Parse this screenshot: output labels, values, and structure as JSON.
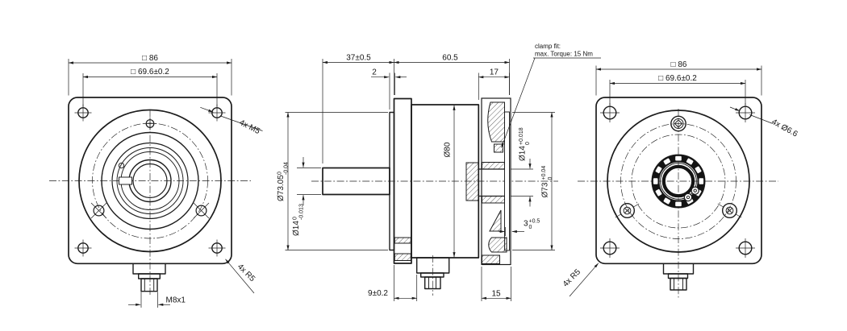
{
  "drawing": {
    "colors": {
      "line": "#1c1c1c",
      "background": "#ffffff"
    },
    "front": {
      "dim_outer": "□ 86",
      "dim_bolt": "□ 69.6±0.2",
      "callout_screws": "4x M5",
      "callout_corner_radius": "4x R5",
      "dim_connector_thread": "M8x1"
    },
    "side": {
      "dim_shaft_length": "37±0.5",
      "dim_boss_depth": "2",
      "dim_body_length": "60.5",
      "dim_rear_length": "17",
      "dim_body_dia": "Ø80",
      "dim_connector_offset": "9±0.2",
      "dim_rear_width": "15",
      "note_clamp_line1": "clamp fit:",
      "note_clamp_line2": "max. Torque: 15 Nm",
      "dim_spigot_dia": {
        "main": "Ø73.05",
        "tol_hi": "0",
        "tol_lo": "-0.04"
      },
      "dim_shaft_dia": {
        "main": "Ø14",
        "tol_hi": "0",
        "tol_lo": "-0.013"
      },
      "dim_hollow_shaft_dia": {
        "main": "Ø14",
        "tol_hi": "+0.018",
        "tol_lo": "0"
      },
      "dim_rear_spigot_dia": {
        "main": "Ø73",
        "tol_hi": "+0.04",
        "tol_lo": "0"
      },
      "dim_mounting_clearance": {
        "main": "3",
        "tol_hi": "+0.5",
        "tol_lo": "0"
      }
    },
    "rear": {
      "dim_outer": "□ 86",
      "dim_bolt": "□ 69.6±0.2",
      "callout_holes": "4x Ø6.6",
      "callout_corner_radius": "4x R5"
    }
  }
}
